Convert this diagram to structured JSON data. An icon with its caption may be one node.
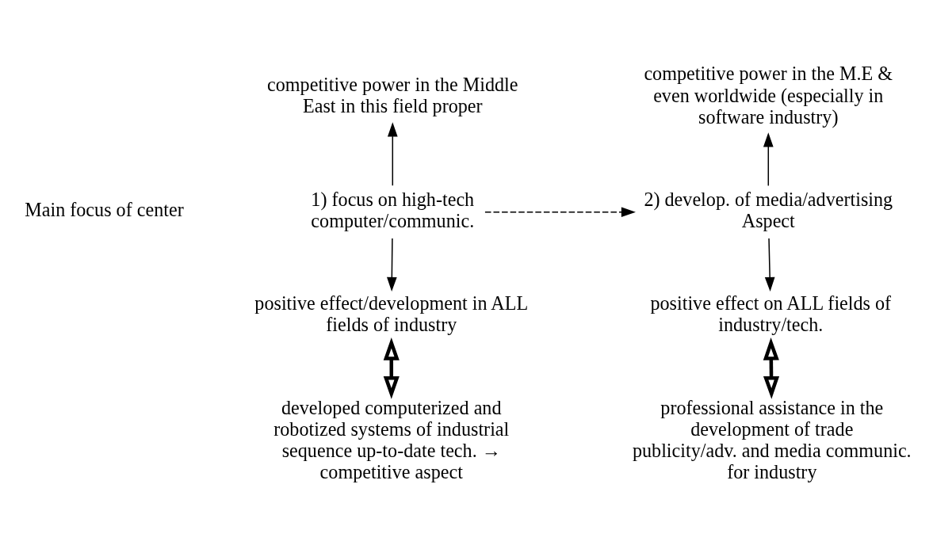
{
  "diagram": {
    "nodes": [
      {
        "text": [
          "competitive power in the Middle East in this field proper"
        ]
      },
      {
        "text": [
          "competitive power in the M.E & even worldwide (especially in software industry)"
        ]
      },
      {
        "text": [
          "1) focus on high-tech computer/communic."
        ]
      },
      {
        "text": [
          "2) develop. of media/advertising Aspect"
        ]
      },
      {
        "text": [
          "positive effect/development in ALL fields of industry"
        ]
      },
      {
        "text": [
          "positive effect on ALL fields of industry/tech."
        ]
      },
      {
        "text": [
          "developed computerized and robotized systems of industrial sequence up-to-date tech. → competitive aspect"
        ]
      },
      {
        "text": [
          "professional assistance in the development of trade publicity/adv. and media communic. for industry"
        ]
      }
    ],
    "edges": [
      {
        "from": 2,
        "to": 0,
        "arrow": "to"
      },
      {
        "from": 3,
        "to": 1,
        "arrow": "to"
      },
      {
        "from": 2,
        "to": 3,
        "arrow": "to",
        "style": "dashed"
      },
      {
        "from": 2,
        "to": 4,
        "arrow": "to"
      },
      {
        "from": 3,
        "to": 5,
        "arrow": "to"
      },
      {
        "from": 4,
        "to": 6,
        "arrow": "both",
        "style": "thick"
      },
      {
        "from": 5,
        "to": 7,
        "arrow": "both",
        "style": "thick"
      }
    ],
    "labels": [
      "Main focus of center"
    ]
  }
}
